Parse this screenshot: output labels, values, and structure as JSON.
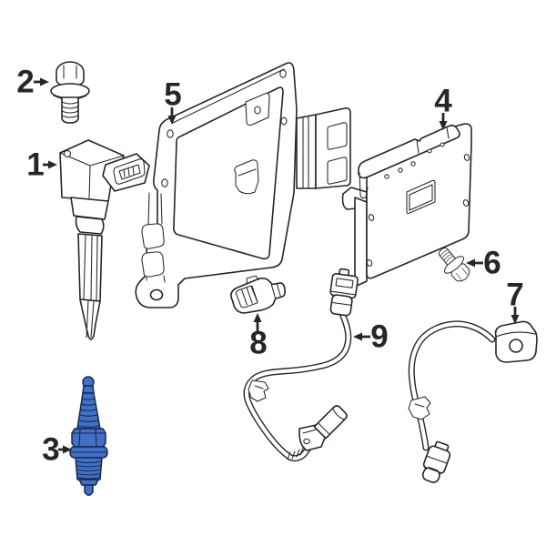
{
  "diagram": {
    "type": "exploded-parts-line-drawing",
    "colors": {
      "background": "#ffffff",
      "line": "#2a2424",
      "highlight-fill": "#4170c6",
      "highlight-stroke": "#16294f"
    },
    "callouts": [
      {
        "num": "1",
        "part": "ignition-coil",
        "highlighted": false
      },
      {
        "num": "2",
        "part": "coil-mounting-bolt",
        "highlighted": false
      },
      {
        "num": "3",
        "part": "spark-plug",
        "highlighted": true
      },
      {
        "num": "4",
        "part": "control-module",
        "highlighted": false
      },
      {
        "num": "5",
        "part": "mounting-bracket",
        "highlighted": false
      },
      {
        "num": "6",
        "part": "module-bolt",
        "highlighted": false
      },
      {
        "num": "7",
        "part": "knock-sensor-harness",
        "highlighted": false
      },
      {
        "num": "8",
        "part": "small-position-sensor",
        "highlighted": false
      },
      {
        "num": "9",
        "part": "position-sensor-harness",
        "highlighted": false
      }
    ]
  }
}
